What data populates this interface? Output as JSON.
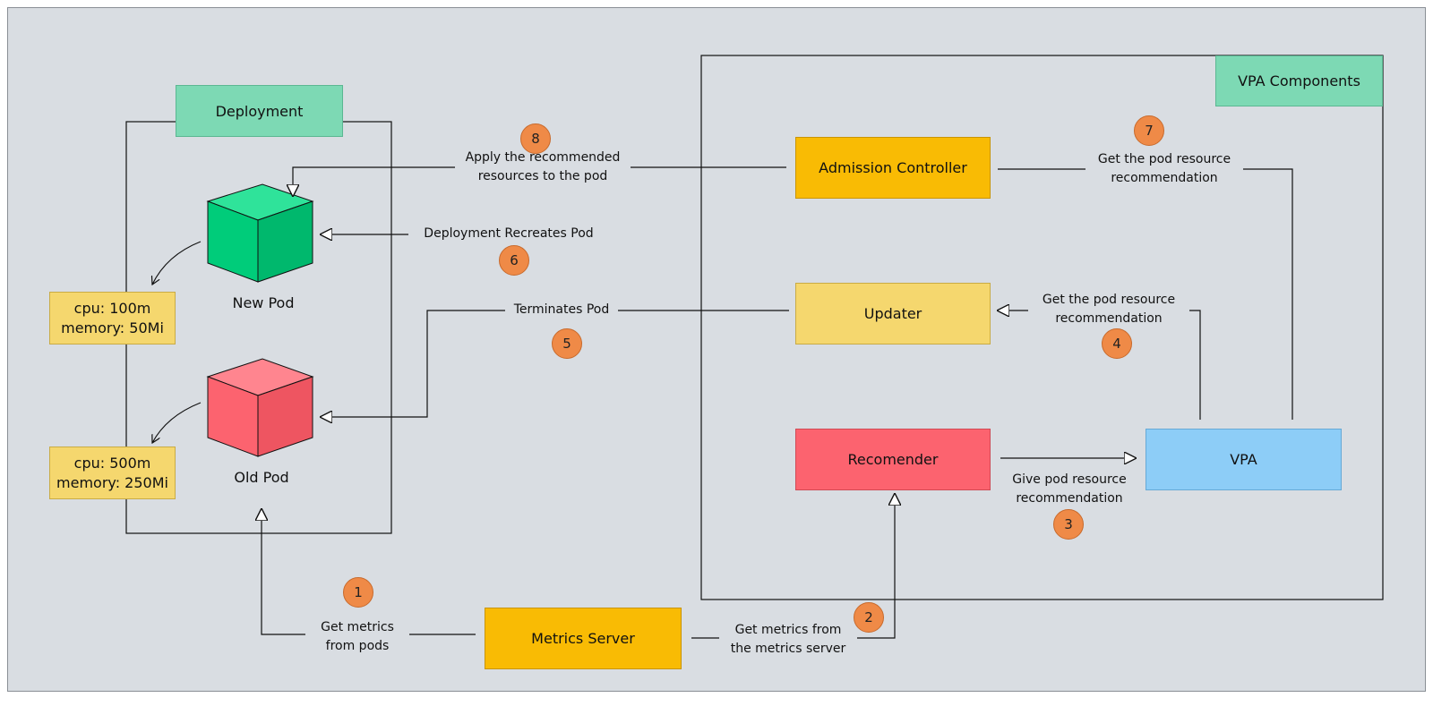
{
  "colors": {
    "background": "#d9dde2",
    "deployment": "#7dd9b4",
    "vpa_components": "#7dd9b4",
    "admission_controller": "#f9bb04",
    "updater": "#f5d76e",
    "recommender": "#fc636f",
    "vpa": "#8dcdf7",
    "metrics_server": "#f9bb04",
    "resource_box": "#f5d76e",
    "new_pod": "#00cc7a",
    "old_pod": "#fc636f",
    "step_badge": "#ef8a47"
  },
  "boxes": {
    "deployment": "Deployment",
    "vpa_components": "VPA Components",
    "admission_controller": "Admission Controller",
    "updater": "Updater",
    "recommender": "Recomender",
    "vpa": "VPA",
    "metrics_server": "Metrics Server"
  },
  "pods": {
    "new_pod": "New Pod",
    "old_pod": "Old Pod"
  },
  "resources": {
    "new_pod": {
      "cpu": "cpu: 100m",
      "memory": "memory: 50Mi"
    },
    "old_pod": {
      "cpu": "cpu: 500m",
      "memory": "memory: 250Mi"
    }
  },
  "steps": [
    {
      "number": "1",
      "lines": [
        "Get metrics",
        "from pods"
      ]
    },
    {
      "number": "2",
      "lines": [
        "Get metrics from",
        "the metrics server"
      ]
    },
    {
      "number": "3",
      "lines": [
        "Give pod resource",
        "recommendation"
      ]
    },
    {
      "number": "4",
      "lines": [
        "Get the pod resource",
        "recommendation"
      ]
    },
    {
      "number": "5",
      "lines": [
        "Terminates Pod"
      ]
    },
    {
      "number": "6",
      "lines": [
        "Deployment Recreates Pod"
      ]
    },
    {
      "number": "7",
      "lines": [
        "Get the pod resource",
        "recommendation"
      ]
    },
    {
      "number": "8",
      "lines": [
        "Apply the recommended",
        "resources to the pod"
      ]
    }
  ]
}
